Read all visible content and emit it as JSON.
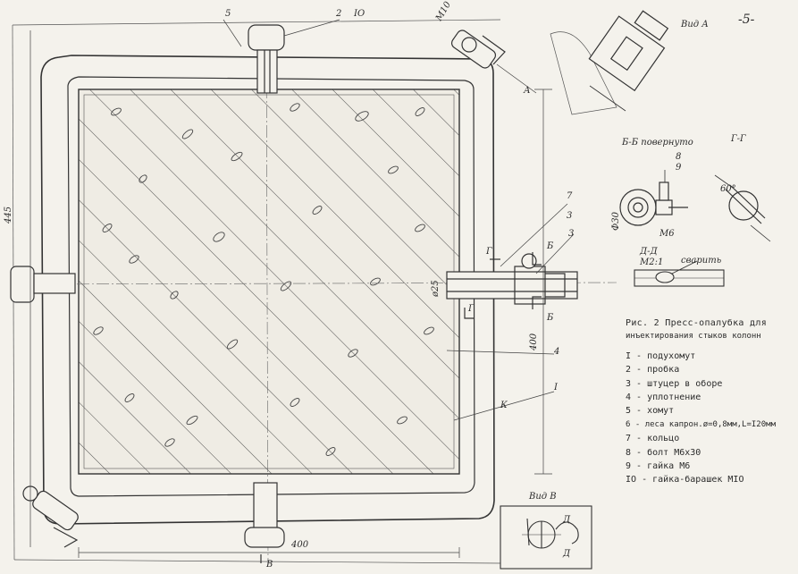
{
  "page": {
    "number": "-5-"
  },
  "title": {
    "line1": "Рис. 2 Пресс-опалубка для",
    "line2": "инъектирования стыков колонн"
  },
  "legend": [
    {
      "num": "I",
      "text": "подухомут"
    },
    {
      "num": "2",
      "text": "пробка"
    },
    {
      "num": "3",
      "text": "штуцер в оборе"
    },
    {
      "num": "4",
      "text": "уплотнение"
    },
    {
      "num": "5",
      "text": "хомут"
    },
    {
      "num": "6",
      "text": "леса капрон.ø=0,8мм,L=I20мм"
    },
    {
      "num": "7",
      "text": "кольцо"
    },
    {
      "num": "8",
      "text": "болт М6х30"
    },
    {
      "num": "9",
      "text": "гайка М6"
    },
    {
      "num": "IO",
      "text": "гайка-барашек МIO"
    }
  ],
  "views": {
    "vid_a": "Вид А",
    "vid_v": "Вид В",
    "section_bb": "Б-Б повернуто",
    "section_gg": "Г-Г",
    "detail_dd": "Д-Д",
    "detail_scale": "М2:1",
    "weld_note": "сварить"
  },
  "callouts": {
    "n5": "5",
    "n2": "2",
    "n10": "IO",
    "n7": "7",
    "n3a": "3",
    "n3b": "3",
    "n4": "4",
    "n1": "I",
    "n8": "8",
    "n9": "9",
    "k": "К"
  },
  "markers": {
    "a": "А",
    "b_top": "Б",
    "b_bot": "Б",
    "g_top": "Г",
    "g_bot": "Г",
    "v": "В",
    "d_top": "Д",
    "d_bot": "Д"
  },
  "dims": {
    "d445": "445",
    "d400_side": "400",
    "d400_bottom": "400",
    "d30": "Ф30",
    "d25": "ø25",
    "d60": "60°",
    "m10": "М10",
    "m6": "М6"
  }
}
